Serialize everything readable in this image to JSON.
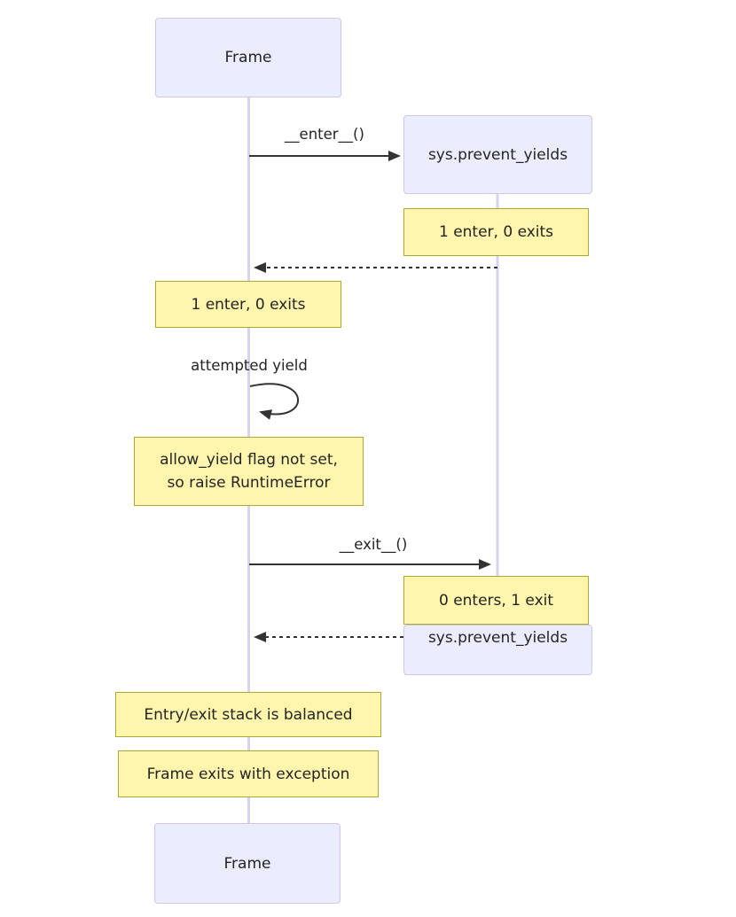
{
  "diagram_type": "sequence-diagram",
  "colors": {
    "actor_fill": "#ECECFF",
    "actor_border": "#CFC6EA",
    "note_fill": "#FFF5AD",
    "note_border": "#AAAA33",
    "lifeline": "#D8D2EC",
    "message": "#333333",
    "text": "#242424"
  },
  "actors": {
    "frame_top": "Frame",
    "sys_top": "sys.prevent_yields",
    "sys_bottom": "sys.prevent_yields",
    "frame_bottom": "Frame"
  },
  "messages": {
    "enter": "__enter__()",
    "self_loop": "attempted yield",
    "exit": "__exit__()"
  },
  "notes": {
    "sys_after_enter": "1 enter, 0 exits",
    "frame_after_enter": "1 enter, 0 exits",
    "yield_error_line1": "allow_yield flag not set,",
    "yield_error_line2": "so raise RuntimeError",
    "sys_after_exit": "0 enters, 1 exit",
    "stack_balanced": "Entry/exit stack is balanced",
    "frame_exception": "Frame exits with exception"
  }
}
